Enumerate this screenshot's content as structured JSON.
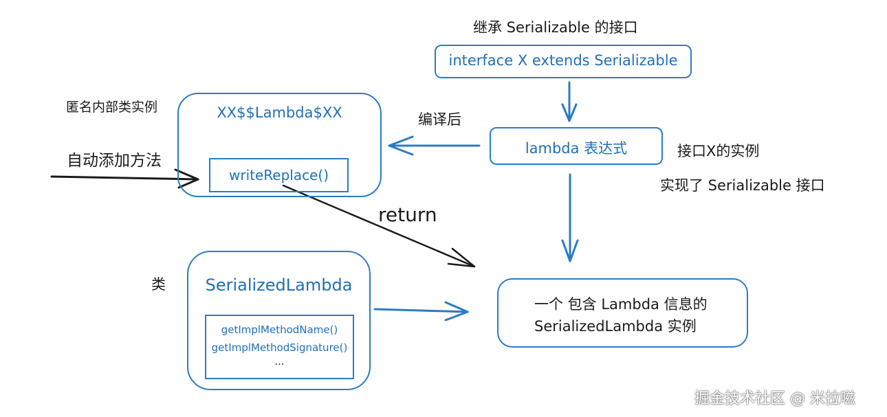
{
  "top_caption": "继承 Serializable 的接口",
  "interface_box": {
    "label": "interface X extends Serializable"
  },
  "lambda_box": {
    "label": "lambda 表达式"
  },
  "lambda_note_1": "接口X的实例",
  "lambda_note_2": "实现了 Serializable 接口",
  "compiled_label": "编译后",
  "anon_caption": "匿名内部类实例",
  "anon_box": {
    "title": "XX$$Lambda$XX",
    "method": "writeReplace()"
  },
  "auto_add_label": "自动添加方法",
  "return_label": "return",
  "class_caption": "类",
  "serialized_box": {
    "title": "SerializedLambda",
    "methods": [
      "getImplMethodName()",
      "getImplMethodSignature()",
      "..."
    ]
  },
  "result_box": {
    "line1": "一个 包含 Lambda 信息的",
    "line2": "SerializedLambda 实例"
  },
  "watermark": "掘金技术社区 @ 米拉嗞",
  "colors": {
    "box_border": "#2a7bc6",
    "blue_text": "#1f6fb8",
    "black_arrow": "#1a1a1a"
  }
}
